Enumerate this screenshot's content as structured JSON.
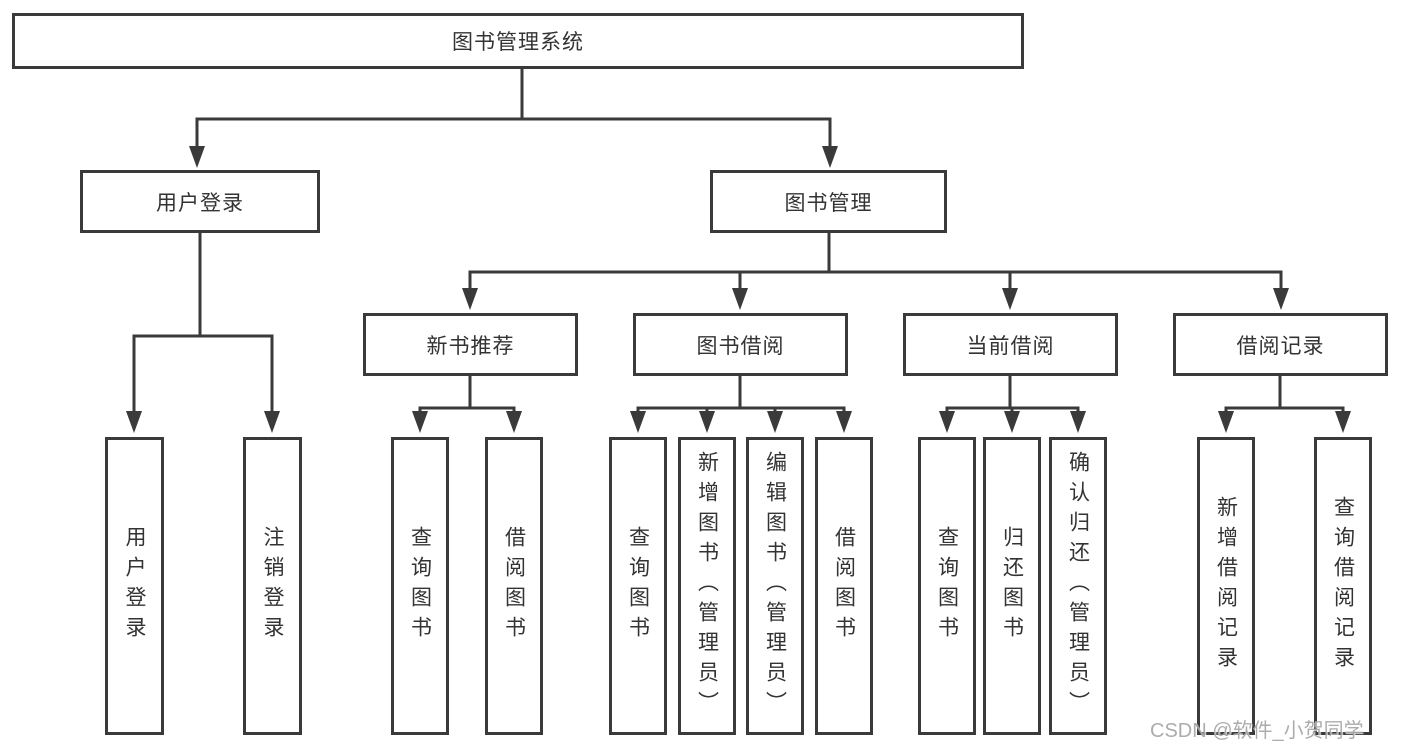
{
  "diagram": {
    "title": "图书管理系统",
    "watermark": "CSDN @软件_小贺同学",
    "colors": {
      "line": "#3a3a3a",
      "box-fill": "#ffffff",
      "text": "#333333",
      "watermark": "#a8a8a8"
    },
    "root": {
      "label": "图书管理系统"
    },
    "level2": [
      {
        "label": "用户登录",
        "parent": "图书管理系统"
      },
      {
        "label": "图书管理",
        "parent": "图书管理系统"
      }
    ],
    "level3": [
      {
        "label": "新书推荐",
        "parent": "图书管理"
      },
      {
        "label": "图书借阅",
        "parent": "图书管理"
      },
      {
        "label": "当前借阅",
        "parent": "图书管理"
      },
      {
        "label": "借阅记录",
        "parent": "图书管理"
      }
    ],
    "leaves": [
      {
        "label": "用户登录",
        "parent": "用户登录"
      },
      {
        "label": "注销登录",
        "parent": "用户登录"
      },
      {
        "label": "查询图书",
        "parent": "新书推荐"
      },
      {
        "label": "借阅图书",
        "parent": "新书推荐"
      },
      {
        "label": "查询图书",
        "parent": "图书借阅"
      },
      {
        "label": "新增图书（管理员）",
        "parent": "图书借阅"
      },
      {
        "label": "编辑图书（管理员）",
        "parent": "图书借阅"
      },
      {
        "label": "借阅图书",
        "parent": "图书借阅"
      },
      {
        "label": "查询图书",
        "parent": "当前借阅"
      },
      {
        "label": "归还图书",
        "parent": "当前借阅"
      },
      {
        "label": "确认归还（管理员）",
        "parent": "当前借阅"
      },
      {
        "label": "新增借阅记录",
        "parent": "借阅记录"
      },
      {
        "label": "查询借阅记录",
        "parent": "借阅记录"
      }
    ]
  }
}
